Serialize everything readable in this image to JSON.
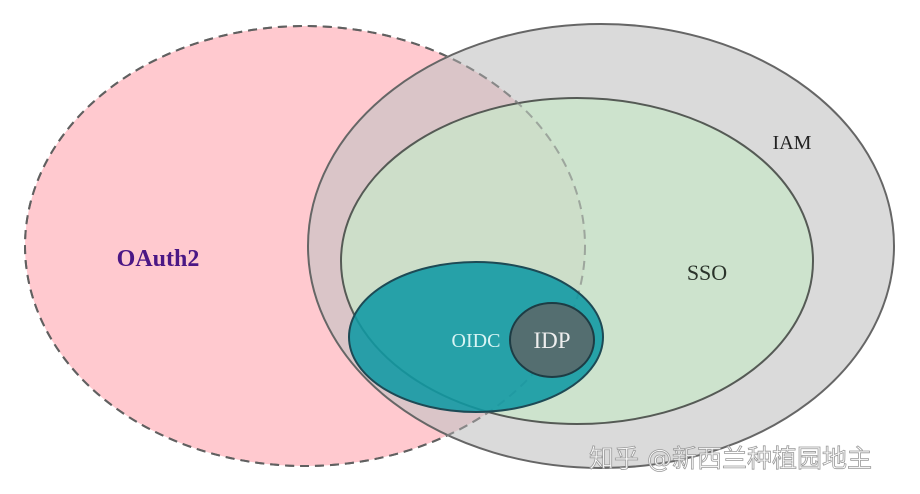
{
  "diagram": {
    "type": "venn",
    "sets": [
      {
        "id": "oauth2",
        "label": "OAuth2",
        "fill": "#ffc9cf",
        "stroke": "#222222",
        "stroke_style": "dashed",
        "label_color": "#4b1785"
      },
      {
        "id": "iam",
        "label": "IAM",
        "fill": "#d6d6d6",
        "stroke": "#666666",
        "label_color": "#222222"
      },
      {
        "id": "sso",
        "label": "SSO",
        "fill": "#cce0cc",
        "stroke": "#555a55",
        "label_color": "#2a332a"
      },
      {
        "id": "oidc",
        "label": "OIDC",
        "fill": "#1a9ba5",
        "stroke": "#1d4a55",
        "label_color": "#d8f4f4"
      },
      {
        "id": "idp",
        "label": "IDP",
        "fill": "#546e70",
        "stroke": "#1d3c44",
        "label_color": "#eeeeee"
      }
    ],
    "relationships": [
      "IDP is inside OIDC",
      "OIDC is inside SSO",
      "SSO is inside IAM",
      "OAuth2 overlaps IAM, SSO and OIDC"
    ]
  },
  "labels": {
    "oauth2": "OAuth2",
    "iam": "IAM",
    "sso": "SSO",
    "oidc": "OIDC",
    "idp": "IDP"
  },
  "watermark": "知乎 @新西兰种植园地主"
}
